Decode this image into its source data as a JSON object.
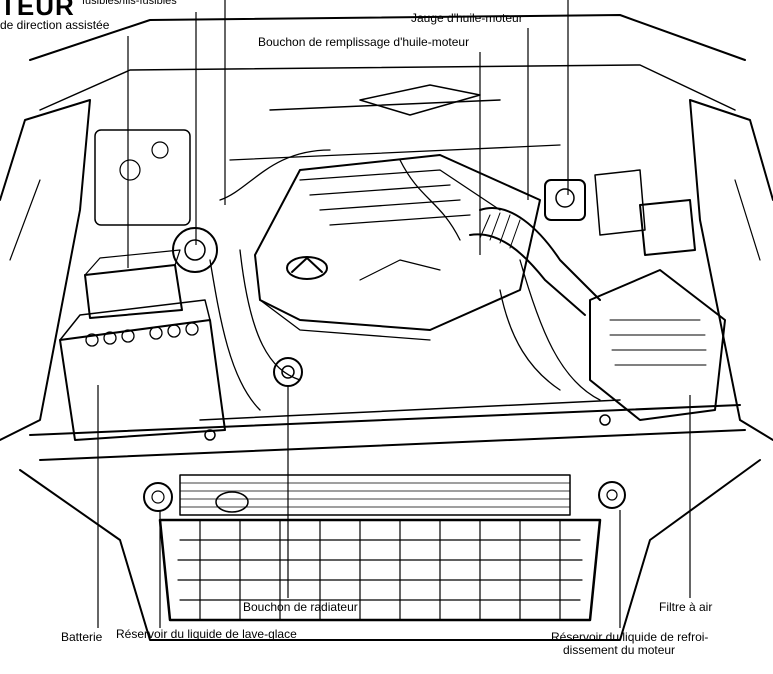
{
  "heading": {
    "partial_title": "TEUR",
    "fuse_label": "fusibles/fils-fusibles"
  },
  "labels": {
    "power_steering": "de direction assistée",
    "oil_dipstick": "Jauge d'huile-moteur",
    "oil_filler_cap": "Bouchon de remplissage d'huile-moteur",
    "radiator_cap": "Bouchon de radiateur",
    "air_filter": "Filtre à air",
    "battery": "Batterie",
    "washer_reservoir": "Réservoir du liquide de lave-glace",
    "coolant_reservoir_line1": "Réservoir du liquide de refroi-",
    "coolant_reservoir_line2": "dissement du moteur"
  },
  "colors": {
    "ink": "#000000",
    "paper": "#ffffff"
  }
}
